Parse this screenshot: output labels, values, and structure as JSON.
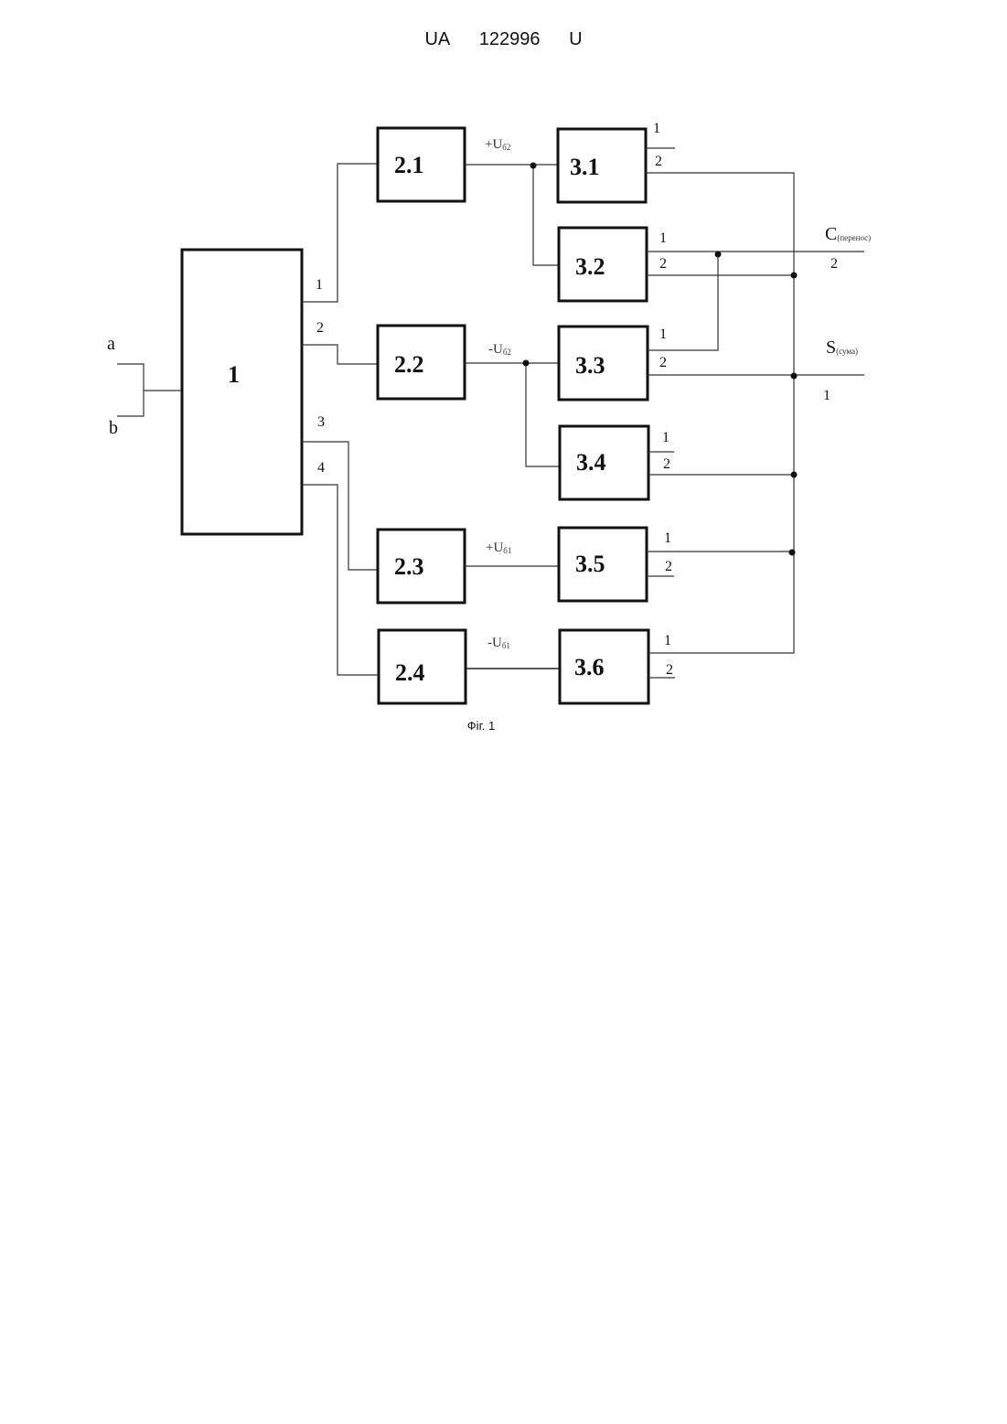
{
  "header": {
    "country": "UA",
    "number": "122996",
    "kind": "U"
  },
  "caption": "Фіг. 1",
  "inputs": {
    "a": "a",
    "b": "b"
  },
  "block1": {
    "label": "1",
    "outputs": [
      "1",
      "2",
      "3",
      "4"
    ]
  },
  "stage2": [
    {
      "label": "2.1",
      "signal": "+U",
      "signal_sub": "б2"
    },
    {
      "label": "2.2",
      "signal": "-U",
      "signal_sub": "б2"
    },
    {
      "label": "2.3",
      "signal": "+U",
      "signal_sub": "б1"
    },
    {
      "label": "2.4",
      "signal": "-U",
      "signal_sub": "б1"
    }
  ],
  "stage3": [
    {
      "label": "3.1",
      "pins": [
        "1",
        "2"
      ]
    },
    {
      "label": "3.2",
      "pins": [
        "1",
        "2"
      ]
    },
    {
      "label": "3.3",
      "pins": [
        "1",
        "2"
      ]
    },
    {
      "label": "3.4",
      "pins": [
        "1",
        "2"
      ]
    },
    {
      "label": "3.5",
      "pins": [
        "1",
        "2"
      ]
    },
    {
      "label": "3.6",
      "pins": [
        "1",
        "2"
      ]
    }
  ],
  "outputs": {
    "carry": {
      "letter": "C",
      "sub": "(перенос)",
      "pin": "2"
    },
    "sum": {
      "letter": "S",
      "sub": "(сума)",
      "pin": "1"
    }
  }
}
